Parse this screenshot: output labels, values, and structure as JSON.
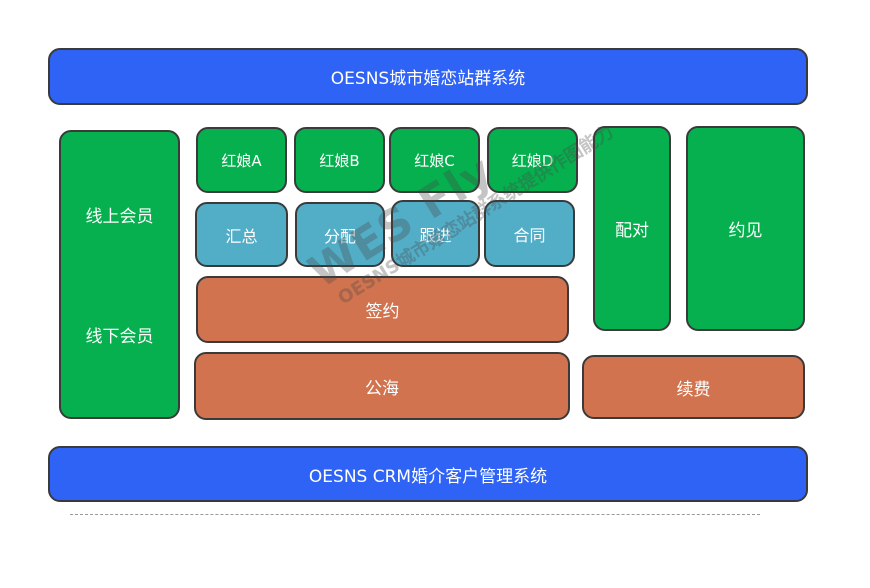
{
  "top_bar": {
    "label": "OESNS城市婚恋站群系统"
  },
  "bottom_bar": {
    "label": "OESNS CRM婚介客户管理系统"
  },
  "members": {
    "online": "线上会员",
    "offline": "线下会员"
  },
  "matchmakers": [
    "红娘A",
    "红娘B",
    "红娘C",
    "红娘D"
  ],
  "actions": [
    "汇总",
    "分配",
    "跟进",
    "合同"
  ],
  "sign": "签约",
  "public_pool": "公海",
  "pairing": "配对",
  "meeting": "约见",
  "renewal": "续费",
  "watermark": {
    "line1": "WES Fly",
    "line2": "OESNS城市婚恋站群系统提供作图能力"
  },
  "colors": {
    "blue": "#2f63f5",
    "green": "#06b04e",
    "teal": "#52adc7",
    "orange": "#d1734e"
  }
}
